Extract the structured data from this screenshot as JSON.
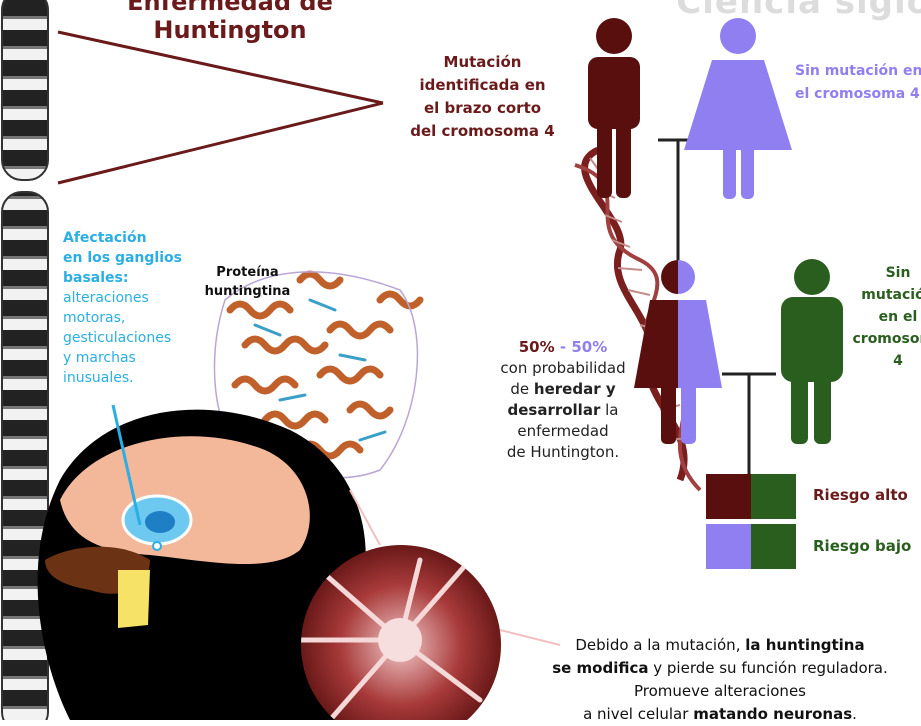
{
  "title": {
    "line1": "Enfermedad de",
    "line2": "Huntington"
  },
  "watermark": "Ciencia siglo",
  "mutation_label": {
    "l1": "Mutación",
    "l2": "identificada en",
    "l3": "el brazo corto",
    "l4": "del cromosoma 4"
  },
  "no_mutation_top": {
    "l1": "Sin mutación en",
    "l2": "el cromosoma 4"
  },
  "no_mutation_right": {
    "l1": "Sin",
    "l2": "mutación",
    "l3": "en el",
    "l4": "cromosoma",
    "l5": "4"
  },
  "basal_ganglia": {
    "heading_l1": "Afectación",
    "heading_l2": "en los ganglios",
    "heading_l3": "basales:",
    "l1": "alteraciones",
    "l2": "motoras,",
    "l3": "gesticulaciones",
    "l4": "y marchas",
    "l5": "inusuales."
  },
  "protein_label": {
    "l1": "Proteína",
    "l2": "huntingtina"
  },
  "probability": {
    "pct1": "50%",
    "sep": " - ",
    "pct2": "50%",
    "l2": "con probabilidad",
    "l3a": "de ",
    "l3b": "heredar y",
    "l4a": "desarrollar",
    "l4b": " la",
    "l5": "enfermedad",
    "l6": "de Huntington."
  },
  "risk": {
    "high": "Riesgo alto",
    "low": "Riesgo bajo"
  },
  "bottom_text": {
    "l1a": "Debido a la mutación, ",
    "l1b": "la huntingtina",
    "l2a": "se modifica",
    "l2b": " y pierde su función reguladora.",
    "l3": "Promueve alteraciones",
    "l4a": "a nivel celular ",
    "l4b": "matando neuronas",
    "l4c": "."
  },
  "colors": {
    "mutated": "#5a0f0f",
    "healthy_female": "#8f7ff0",
    "healthy_male": "#2a5e1e",
    "basal": "#2aaee3",
    "title": "#6a1a1a"
  }
}
